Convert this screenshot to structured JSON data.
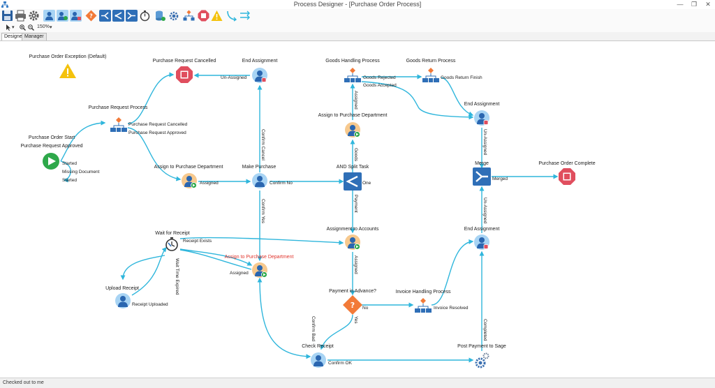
{
  "window": {
    "title": "Process Designer - [Purchase Order Process]",
    "minimize_glyph": "—",
    "restore_glyph": "❐",
    "close_glyph": "✕"
  },
  "toolbar": {
    "icons": [
      "save-icon",
      "print-icon",
      "settings-gear-icon",
      "user-icon",
      "users-group-icon",
      "user-group-icon",
      "decision-icon",
      "split-icon",
      "split-task-icon",
      "merge-icon",
      "timer-icon",
      "database-icon",
      "settings-icon",
      "process-icon",
      "stop-icon",
      "warning-icon",
      "connector-icon",
      "connector-multi-icon"
    ]
  },
  "subbar": {
    "zoom": "150%",
    "arrow_glyph": "▾"
  },
  "tabs": {
    "designer": "Designer",
    "manager": "Manager"
  },
  "status": {
    "text": "Checked out to me"
  },
  "colors": {
    "flow": "#2fb6dc",
    "stop": "#e04e5e",
    "warning": "#f4c20d",
    "start": "#2ea84a",
    "decision": "#f27a38",
    "task": "#3a7ec6",
    "user_bg": "#a8d4f4",
    "merge_bg": "#2f6fb7",
    "red_label": "#e0342c"
  },
  "diagram": {
    "nodes": [
      {
        "id": "po-exception",
        "kind": "warning",
        "label": "Purchase Order Exception (Default)"
      },
      {
        "id": "po-start",
        "kind": "start",
        "label": "Purchase Order Start",
        "label2": "Purchase Request Approved"
      },
      {
        "id": "pr-process",
        "kind": "process",
        "label": "Purchase Request Process"
      },
      {
        "id": "pr-cancelled",
        "kind": "stop",
        "label": "Purchase Request Cancelled"
      },
      {
        "id": "end-assign-1",
        "kind": "user",
        "label": "End Assignment"
      },
      {
        "id": "assign-pd-1",
        "kind": "usergo",
        "label": "Assign to Purchase Department"
      },
      {
        "id": "make-purchase",
        "kind": "user",
        "label": "Make Purchase"
      },
      {
        "id": "goods-handling",
        "kind": "process",
        "label": "Goods Handling Process"
      },
      {
        "id": "goods-return",
        "kind": "process",
        "label": "Goods Return Process"
      },
      {
        "id": "assign-pd-2",
        "kind": "usergo",
        "label": "Assign to Purchase Department"
      },
      {
        "id": "end-assign-2",
        "kind": "user",
        "label": "End Assignment"
      },
      {
        "id": "and-split",
        "kind": "split",
        "label": "AND Split Task"
      },
      {
        "id": "merge",
        "kind": "merge",
        "label": "Merge"
      },
      {
        "id": "po-complete",
        "kind": "stop",
        "label": "Purchase Order Complete"
      },
      {
        "id": "wait-receipt",
        "kind": "timer",
        "label": "Wait for Receipt"
      },
      {
        "id": "assign-pd-3",
        "kind": "usergo",
        "label": "Assign to Purchase Department",
        "red": true
      },
      {
        "id": "assign-accounts",
        "kind": "usergo",
        "label": "Assignment to Accounts"
      },
      {
        "id": "end-assign-3",
        "kind": "user",
        "label": "End Assignment"
      },
      {
        "id": "upload-receipt",
        "kind": "plainuser",
        "label": "Upload Receipt"
      },
      {
        "id": "payment-advance",
        "kind": "decision",
        "label": "Payment in Advance?"
      },
      {
        "id": "invoice-process",
        "kind": "process",
        "label": "Invoice Handling Process"
      },
      {
        "id": "check-receipt",
        "kind": "plainuser",
        "label": "Check Receipt"
      },
      {
        "id": "post-payment",
        "kind": "gears",
        "label": "Post Payment to Sage"
      }
    ],
    "edge_labels": [
      "Started",
      "Missing Document",
      "Started",
      "Purchase Request Cancelled",
      "Purchase Request Approved",
      "Un-Assigned",
      "Assigned",
      "Confirm Cancel",
      "Confirm No",
      "Confirm Yes",
      "Goods Rejected",
      "Goods Accepted",
      "Goods Return Finish",
      "Assigned",
      "Goods",
      "One",
      "Payment",
      "Un-Assigned",
      "Merged",
      "Un-Assigned",
      "Receipt Exists",
      "Wait Time Expired",
      "Assigned",
      "Receipt Uploaded",
      "Assigned",
      "No",
      "Yes",
      "Invoice Resolved",
      "Confirm Bad",
      "Completed",
      "Confirm OK"
    ]
  }
}
